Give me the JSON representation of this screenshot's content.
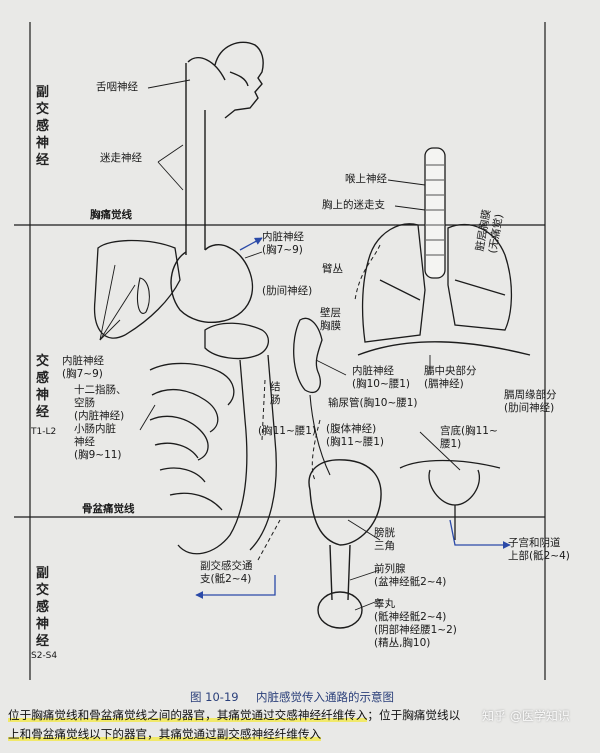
{
  "side_labels": {
    "parasympathetic_top": "副\n交\n感\n神\n经",
    "sympathetic": "交\n感\n神\n经",
    "sympathetic_range": "T1-L2",
    "parasympathetic_bottom": "副\n交\n感\n神\n经",
    "parasympathetic_range": "S2-S4"
  },
  "boundary_lines": {
    "chest_pain_line": "胸痛觉线",
    "pelvic_pain_line": "骨盆痛觉线"
  },
  "labels": {
    "glossopharyngeal": "舌咽神经",
    "vagus": "迷走神经",
    "superior_laryngeal": "喉上神经",
    "thoracic_vagus": "胸上的迷走支",
    "visceral_nerve_top": "内脏神经\n(胸7~9)",
    "arm_plexus": "臂丛",
    "intercostal": "(肋间神经)",
    "parietal_pleura": "壁层\n胸膜",
    "visceral_pleura": "脏层胸膜\n(无痛觉)",
    "visceral_nerve_left": "内脏神经\n(胸7~9)",
    "duodenum": "十二指肠、\n空肠\n(内脏神经)\n小肠内脏\n神经\n(胸9~11)",
    "colon": "结\n肠",
    "colon_seg": "(胸11~腰1)",
    "kidney_nerve": "内脏神经\n(胸10~腰1)",
    "ureter": "输尿管(胸10~腰1)",
    "bladder_top": "(腹体神经)\n(胸11~腰1)",
    "diaphragm_central": "膈中央部分\n(膈神经)",
    "diaphragm_peripheral": "膈周缘部分\n(肋间神经)",
    "uterus_fundus": "宫底(胸11~\n腰1)",
    "bladder_trigone": "膀胱\n三角",
    "prostate": "前列腺\n(盆神经骶2~4)",
    "testis": "睾丸\n(骶神经骶2~4)\n(阴部神经腰1~2)\n(精丛,胸10)",
    "cervix": "子宫和阴道\n上部(骶2~4)",
    "parasym_branch": "副交感交通\n支(骶2~4)"
  },
  "caption": {
    "figure_no": "图 10-19",
    "title": "内脏感觉传入通路的示意图"
  },
  "description": {
    "line1": "位于胸痛觉线和骨盆痛觉线之间的器官，其痛觉通过交感神经纤维传入",
    "line2": "上和骨盆痛觉线以下的器官，其痛觉通过副交感神经纤维传入",
    "line1_tail": "；位于胸痛觉线以"
  },
  "watermark": "知乎 @医学知识",
  "colors": {
    "background": "#e9e9e7",
    "line": "#1c1c1c",
    "arrow_blue": "#2b4aa8",
    "caption_blue": "#2a3f7a",
    "highlight": "#f1e96a"
  }
}
